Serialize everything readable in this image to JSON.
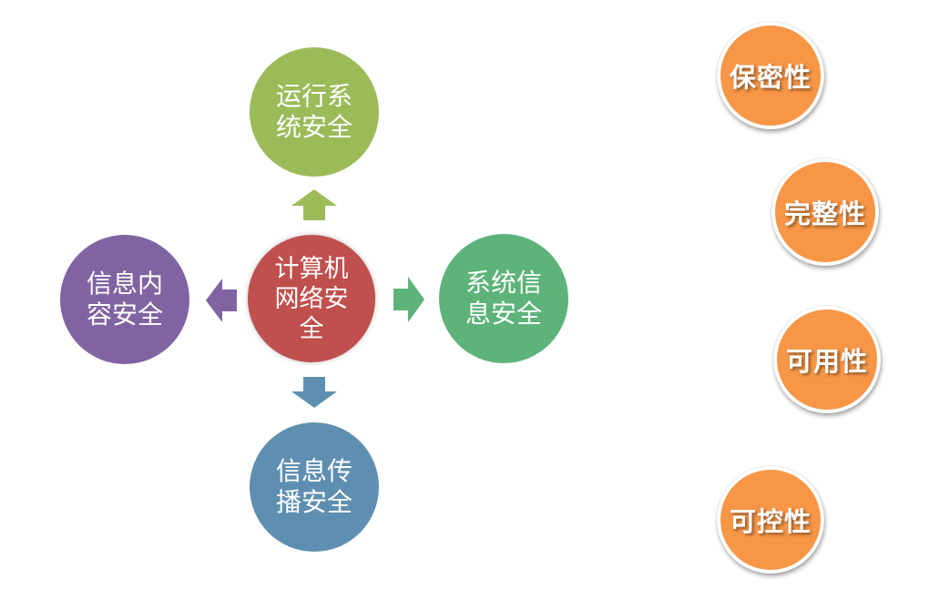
{
  "diagram": {
    "center": {
      "label": "计算机网络安全",
      "color": "#c0504d"
    },
    "nodes": {
      "top": {
        "label": "运行系统安全",
        "color": "#9bbb59"
      },
      "right": {
        "label": "系统信息安全",
        "color": "#5db37a"
      },
      "left": {
        "label": "信息内容安全",
        "color": "#8064a2"
      },
      "bottom": {
        "label": "信息传播安全",
        "color": "#5f8fb0"
      }
    },
    "arrows": {
      "up": "arrow-up-icon",
      "right": "arrow-right-icon",
      "left": "arrow-left-icon",
      "down": "arrow-down-icon"
    }
  },
  "properties": {
    "color": "#f79646",
    "items": [
      "保密性",
      "完整性",
      "可用性",
      "可控性"
    ]
  }
}
